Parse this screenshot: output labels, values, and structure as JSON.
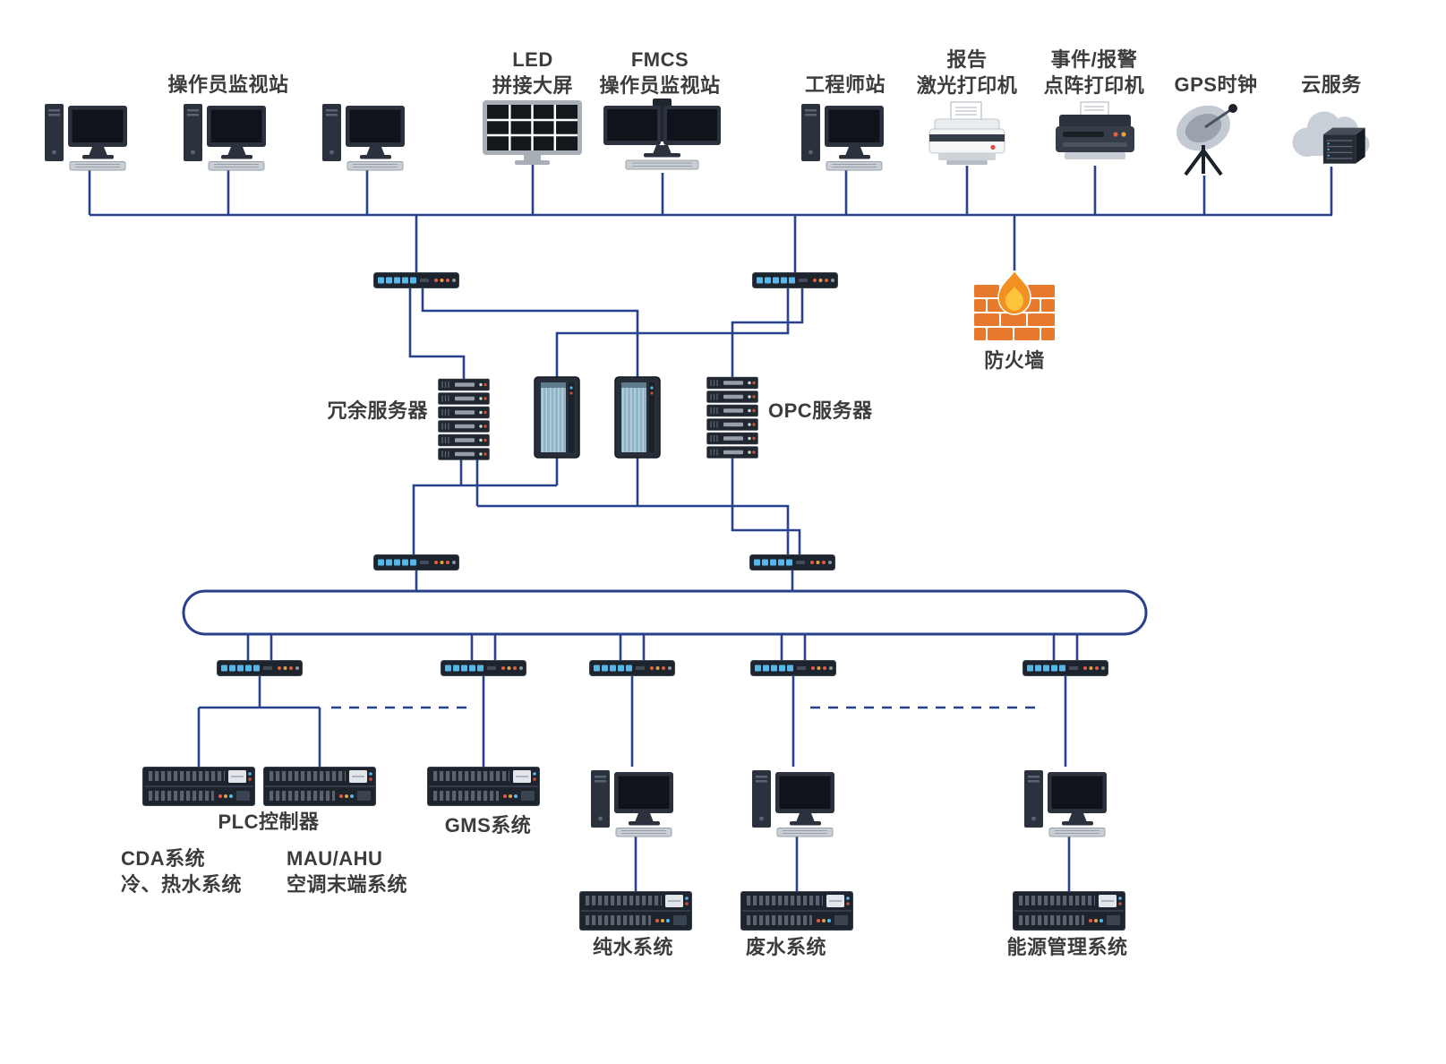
{
  "diagram": {
    "type": "network-topology",
    "language": "zh-CN",
    "labels": {
      "operator_station": "操作员监视站",
      "led_wall": "LED\n拼接大屏",
      "fmcs_station": "FMCS\n操作员监视站",
      "engineer_station": "工程师站",
      "laser_printer": "报告\n激光打印机",
      "dot_matrix_printer": "事件/报警\n点阵打印机",
      "gps_clock": "GPS时钟",
      "cloud_service": "云服务",
      "firewall": "防火墙",
      "redundant_server": "冗余服务器",
      "opc_server": "OPC服务器",
      "plc_controller": "PLC控制器",
      "gms_system": "GMS系统",
      "cda_system": "CDA系统\n冷、热水系统",
      "mau_ahu_system": "MAU/AHU\n空调末端系统",
      "pure_water_system": "纯水系统",
      "waste_water_system": "废水系统",
      "energy_management_system": "能源管理系统"
    },
    "colors": {
      "connector": "#27418f",
      "label_text": "#3c3c3c",
      "background": "#ffffff",
      "firewall_brick": "#e87a2e",
      "flame_outer": "#f29022",
      "flame_inner": "#fcc53d",
      "switch_port": "#57b7e8",
      "status_led_red": "#e25c43",
      "status_led_amber": "#e8a13c"
    },
    "icons": [
      "desktop-workstation-icon",
      "dual-monitor-workstation-icon",
      "led-video-wall-icon",
      "laser-printer-icon",
      "dot-matrix-printer-icon",
      "gps-satellite-dish-icon",
      "cloud-server-icon",
      "firewall-brick-flame-icon",
      "network-switch-icon",
      "rack-server-stack-icon",
      "tower-server-icon",
      "plc-rack-icon"
    ]
  }
}
